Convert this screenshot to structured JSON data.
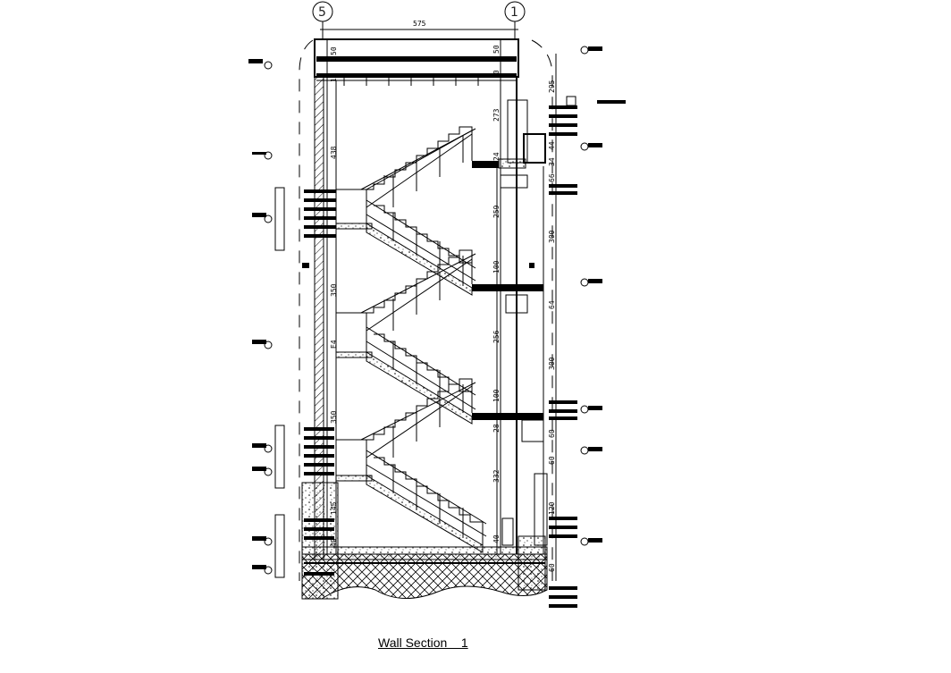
{
  "caption": "Wall Section    1",
  "grid": {
    "left": "5",
    "right": "1"
  },
  "top_dimension": "575",
  "left_dims": [
    "50",
    "438",
    "350",
    "350",
    "145",
    "40"
  ],
  "left_dims_small": [
    "10",
    "E4"
  ],
  "inner_dims": [
    "50",
    "10",
    "273",
    "24",
    "259",
    "100",
    "256",
    "100",
    "28",
    "332",
    "40"
  ],
  "right_dims": [
    "295",
    "44",
    "34",
    "66",
    "300",
    "64",
    "300",
    "60",
    "60",
    "120",
    "60"
  ],
  "colors": {
    "ink": "#000000",
    "background": "#ffffff"
  }
}
